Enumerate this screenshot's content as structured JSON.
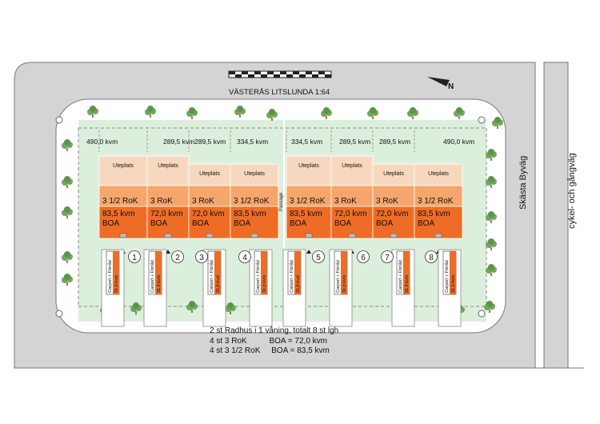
{
  "scale_title": "VÄSTERÅS LITSLUNDA 1:64",
  "north_label": "N",
  "road_label": "Skästa Byväg",
  "path_label": "cykel- och gångväg",
  "passage_label": "Passage",
  "colors": {
    "road": "#d4d4d4",
    "lawn": "#dcefdc",
    "uteplats": "#f7d8bf",
    "rooms": "#f4a66c",
    "boa": "#ee6c25",
    "tree": "#6fa85a"
  },
  "units": [
    {
      "number": "1",
      "plot_area": "490,0 kvm",
      "patio": "Uteplats",
      "rooms": "3 1/2 RoK",
      "area": "83,5 kvm",
      "boa": "BOA",
      "carport": "Carport + Förråd",
      "carport_area": "31,0 kvm"
    },
    {
      "number": "2",
      "plot_area": "289,5 kvm",
      "patio": "Uteplats",
      "rooms": "3 RoK",
      "area": "72,0 kvm",
      "boa": "BOA",
      "carport": "Carport + Förråd",
      "carport_area": "31,0 kvm"
    },
    {
      "number": "3",
      "plot_area": "289,5 kvm",
      "patio": "Uteplats",
      "rooms": "3 RoK",
      "area": "72,0 kvm",
      "boa": "BOA",
      "carport": "Carport + Förråd",
      "carport_area": "31,0 kvm"
    },
    {
      "number": "4",
      "plot_area": "334,5 kvm",
      "patio": "Uteplats",
      "rooms": "3 1/2 RoK",
      "area": "83,5 kvm",
      "boa": "BOA",
      "carport": "Carport + Förråd",
      "carport_area": "31,0 kvm"
    },
    {
      "number": "5",
      "plot_area": "334,5 kvm",
      "patio": "Uteplats",
      "rooms": "3 1/2 RoK",
      "area": "83,5 kvm",
      "boa": "BOA",
      "carport": "Carport + Förråd",
      "carport_area": "31,0 kvm"
    },
    {
      "number": "6",
      "plot_area": "289,5 kvm",
      "patio": "Uteplats",
      "rooms": "3 RoK",
      "area": "72,0 kvm",
      "boa": "BOA",
      "carport": "Carport + Förråd",
      "carport_area": "31,0 kvm"
    },
    {
      "number": "7",
      "plot_area": "289,5 kvm",
      "patio": "Uteplats",
      "rooms": "3 RoK",
      "area": "72,0 kvm",
      "boa": "BOA",
      "carport": "Carport + Förråd",
      "carport_area": "31,0 kvm"
    },
    {
      "number": "8",
      "plot_area": "490,0 kvm",
      "patio": "Uteplats",
      "rooms": "3 1/2 RoK",
      "area": "83,5 kvm",
      "boa": "BOA",
      "carport": "Carport + Förråd",
      "carport_area": "31,0 kvm"
    }
  ],
  "summary": {
    "line1": "2 st Radhus i 1 våning, totalt 8 st lgh",
    "line2": "4 st 3 RoK          BOA = 72,0 kvm",
    "line3": "4 st 3 1/2 RoK     BOA = 83,5 kvm"
  }
}
